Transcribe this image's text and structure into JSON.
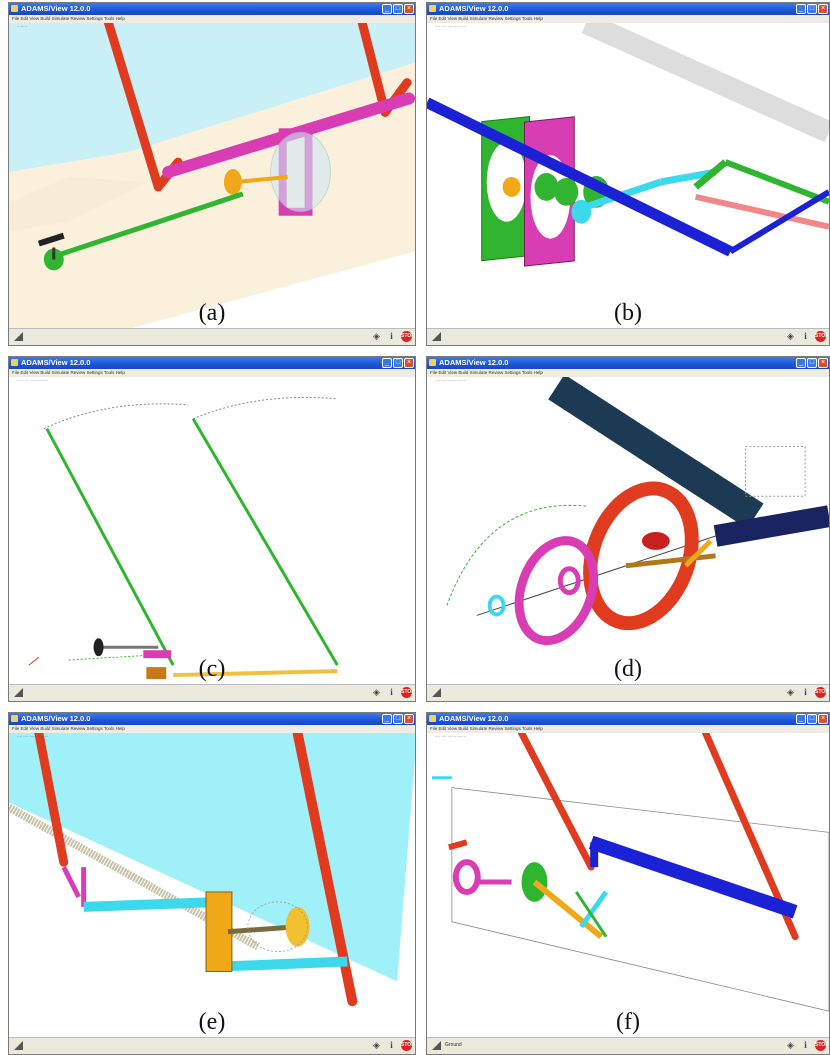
{
  "windows": [
    {
      "id": "a",
      "title": "ADAMS/View 12.0.0",
      "menu": "File  Edit  View  Build  Simulate  Review  Settings  Tools  Help",
      "status": "........",
      "caption": "(a)",
      "bottom_text": ""
    },
    {
      "id": "b",
      "title": "ADAMS/View 12.0.0",
      "menu": "File  Edit  View  Build  Simulate  Review  Settings  Tools  Help",
      "status": "....  ....  ...............",
      "caption": "(b)",
      "bottom_text": ""
    },
    {
      "id": "c",
      "title": "ADAMS/View 12.0.0",
      "menu": "File  Edit  View  Build  Simulate  Review  Settings  Tools  Help",
      "status": "....  ....  ...............",
      "caption": "(c)",
      "bottom_text": ""
    },
    {
      "id": "d",
      "title": "ADAMS/View 12.0.0",
      "menu": "File  Edit  View  Build  Simulate  Review  Settings  Tools  Help",
      "status": "....  ....  ...............",
      "caption": "(d)",
      "bottom_text": ""
    },
    {
      "id": "e",
      "title": "ADAMS/View 12.0.0",
      "menu": "File  Edit  View  Build  Simulate  Review  Settings  Tools  Help",
      "status": "....  ....  ...............",
      "caption": "(e)",
      "bottom_text": ""
    },
    {
      "id": "f",
      "title": "ADAMS/View 12.0.0",
      "menu": "File  Edit  View  Build  Simulate  Review  Settings  Tools  Help",
      "status": "....  ....  ...............",
      "caption": "(f)",
      "bottom_text": "Ground"
    }
  ],
  "title_buttons": {
    "minimize": "_",
    "maximize": "□",
    "close": "×"
  },
  "icons": {
    "info": "i",
    "stop": "STOP",
    "view": "◈"
  },
  "colors": {
    "titlebar": "#1d56d6",
    "linkage_red": "#e03a1f",
    "magenta": "#d93db4",
    "green": "#2fb52f",
    "cyan": "#3cd8ec",
    "blue": "#1b22d6",
    "orange": "#f0a818"
  }
}
